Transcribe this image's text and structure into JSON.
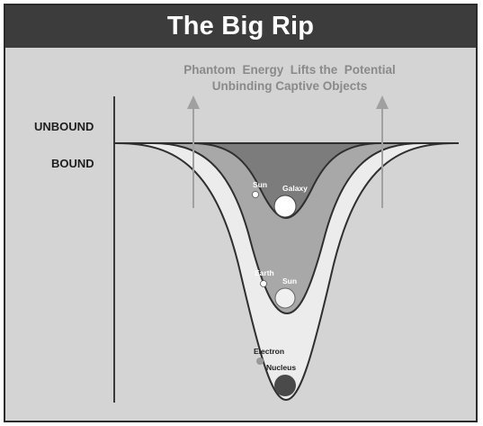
{
  "title": "The Big Rip",
  "caption_line1": "Phantom  Energy  Lifts the  Potential",
  "caption_line2": "Unbinding Captive Objects",
  "level_unbound": "UNBOUND",
  "level_bound": "BOUND",
  "galaxy_well": {
    "small_label": "Sun",
    "large_label": "Galaxy"
  },
  "solar_well": {
    "small_label": "Earth",
    "large_label": "Sun"
  },
  "atom_well": {
    "small_label": "Electron",
    "large_label": "Nucleus"
  },
  "colors": {
    "background": "#d4d4d4",
    "title_bar": "#3c3c3c",
    "outer_well": "#ececec",
    "middle_well": "#a8a8a8",
    "inner_well": "#7c7c7c",
    "arrow": "#a0a0a0",
    "caption_text": "#8a8a8a",
    "nucleus": "#4a4a4a"
  }
}
